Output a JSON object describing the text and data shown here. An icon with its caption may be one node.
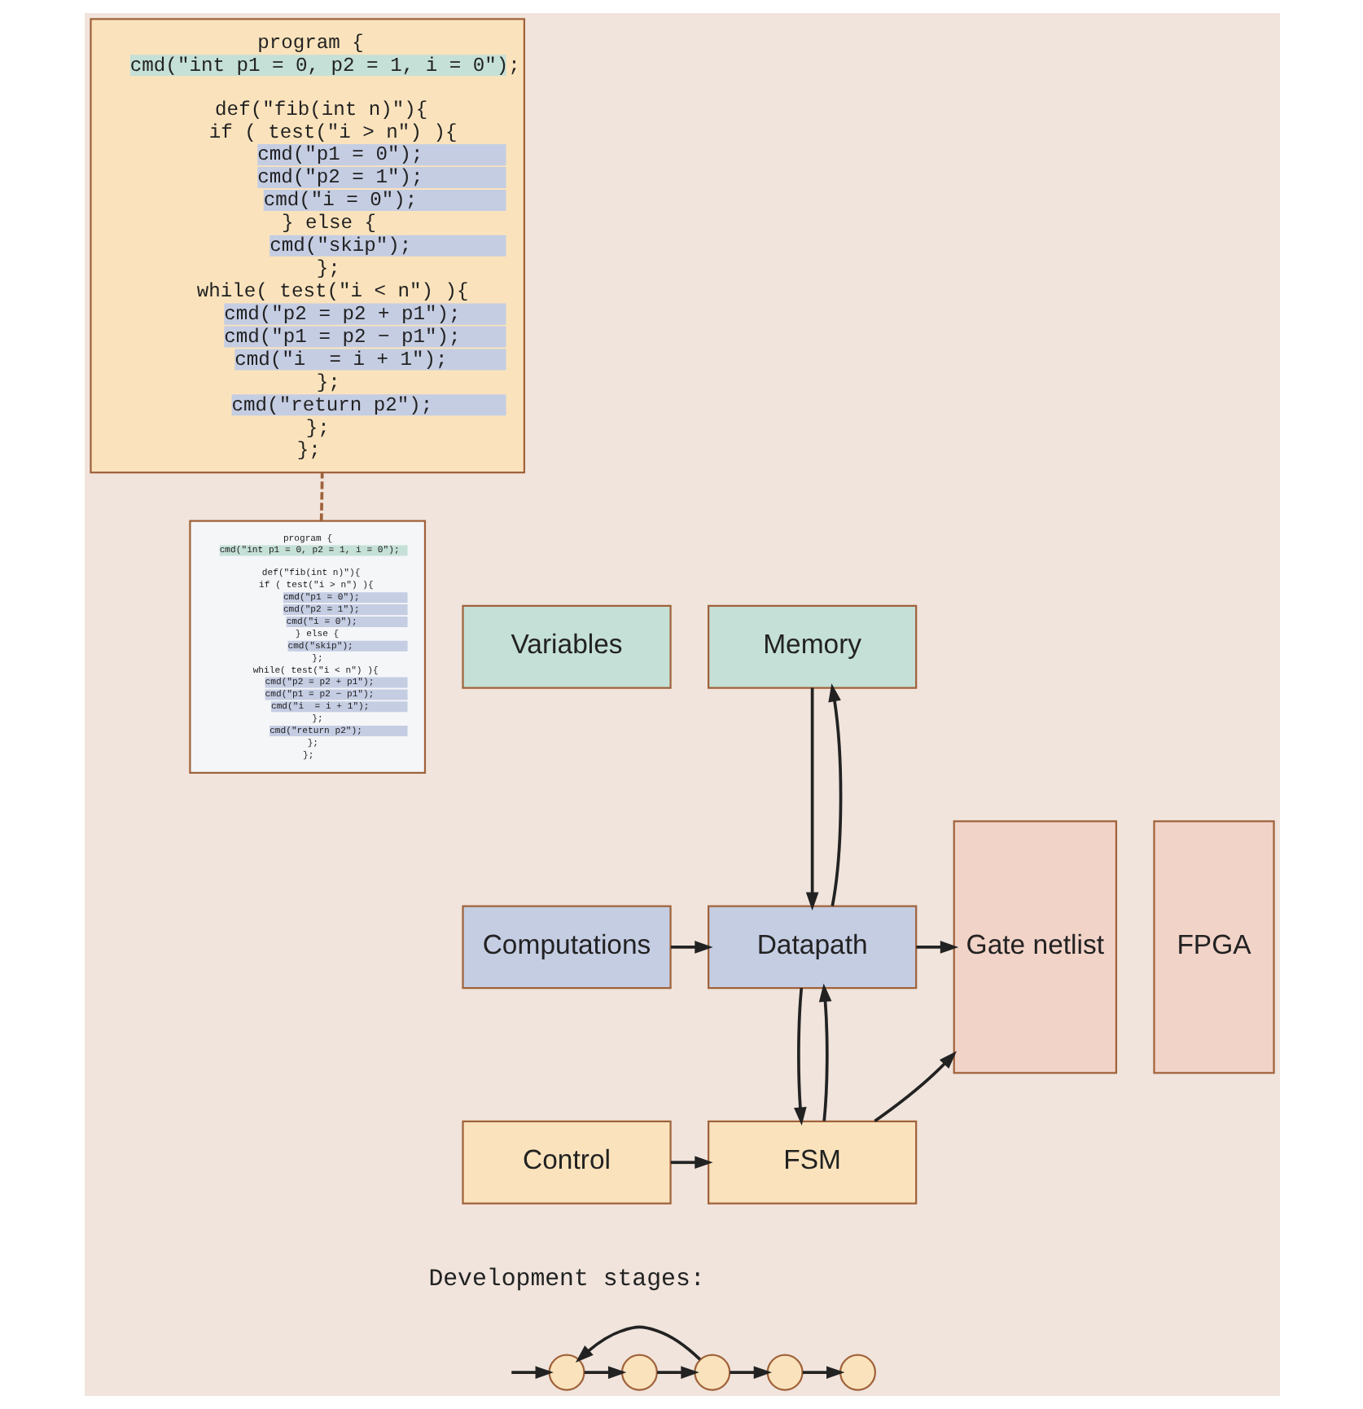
{
  "diagram": {
    "nodes": [
      {
        "text": [
          "program {",
          "cmd(\"int p1 = 0, p2 = 1, i = 0\");",
          "def(\"fib(int n)\"){",
          "if ( test(\"i > n\") ){",
          "cmd(\"p1 = 0\");",
          "cmd(\"p2 = 1\");",
          "cmd(\"i = 0\");",
          "} else {",
          "cmd(\"skip\");",
          "};",
          "while( test(\"i < n\") ){",
          "cmd(\"p2 = p2 + p1\");",
          "cmd(\"p1 = p2 − p1\");",
          "cmd(\"i  = i + 1\");",
          "};",
          "cmd(\"return p2\");",
          "};",
          "};"
        ]
      },
      {
        "text": [
          "program {",
          "cmd(\"int p1 = 0, p2 = 1, i = 0\");",
          "def(\"fib(int n)\"){",
          "if ( test(\"i > n\") ){",
          "cmd(\"p1 = 0\");",
          "cmd(\"p2 = 1\");",
          "cmd(\"i = 0\");",
          "} else {",
          "cmd(\"skip\");",
          "};",
          "while( test(\"i < n\") ){",
          "cmd(\"p2 = p2 + p1\");",
          "cmd(\"p1 = p2 − p1\");",
          "cmd(\"i  = i + 1\");",
          "};",
          "cmd(\"return p2\");",
          "};",
          "};"
        ]
      },
      {
        "text": [
          "Variables"
        ]
      },
      {
        "text": [
          "Memory"
        ]
      },
      {
        "text": [
          "Computations"
        ]
      },
      {
        "text": [
          "Datapath"
        ]
      },
      {
        "text": [
          "Gate netlist"
        ]
      },
      {
        "text": [
          "FPGA"
        ]
      },
      {
        "text": [
          "Control"
        ]
      },
      {
        "text": [
          "FSM"
        ]
      },
      {
        "text": [],
        "shape": "circle"
      },
      {
        "text": [],
        "shape": "circle"
      },
      {
        "text": [],
        "shape": "circle"
      },
      {
        "text": [],
        "shape": "circle"
      },
      {
        "text": [],
        "shape": "circle"
      }
    ],
    "edges": [
      {
        "from": 1,
        "to": 0,
        "arrow": "none",
        "style": "dashed",
        "color": "#a0623a"
      },
      {
        "from": 3,
        "to": 5,
        "arrow": "to"
      },
      {
        "from": 5,
        "to": 3,
        "arrow": "to"
      },
      {
        "from": 4,
        "to": 5,
        "arrow": "to"
      },
      {
        "from": 5,
        "to": 6,
        "arrow": "to"
      },
      {
        "from": 5,
        "to": 9,
        "arrow": "to"
      },
      {
        "from": 9,
        "to": 5,
        "arrow": "to"
      },
      {
        "from": 8,
        "to": 9,
        "arrow": "to"
      },
      {
        "from": 9,
        "to": 6,
        "arrow": "to"
      },
      {
        "from": null,
        "to": 10,
        "arrow": "to"
      },
      {
        "from": 10,
        "to": 11,
        "arrow": "to"
      },
      {
        "from": 11,
        "to": 12,
        "arrow": "to"
      },
      {
        "from": 12,
        "to": 13,
        "arrow": "to"
      },
      {
        "from": 13,
        "to": 14,
        "arrow": "to"
      },
      {
        "from": 12,
        "to": 10,
        "arrow": "to"
      }
    ],
    "labels": [
      "Development stages:"
    ]
  }
}
